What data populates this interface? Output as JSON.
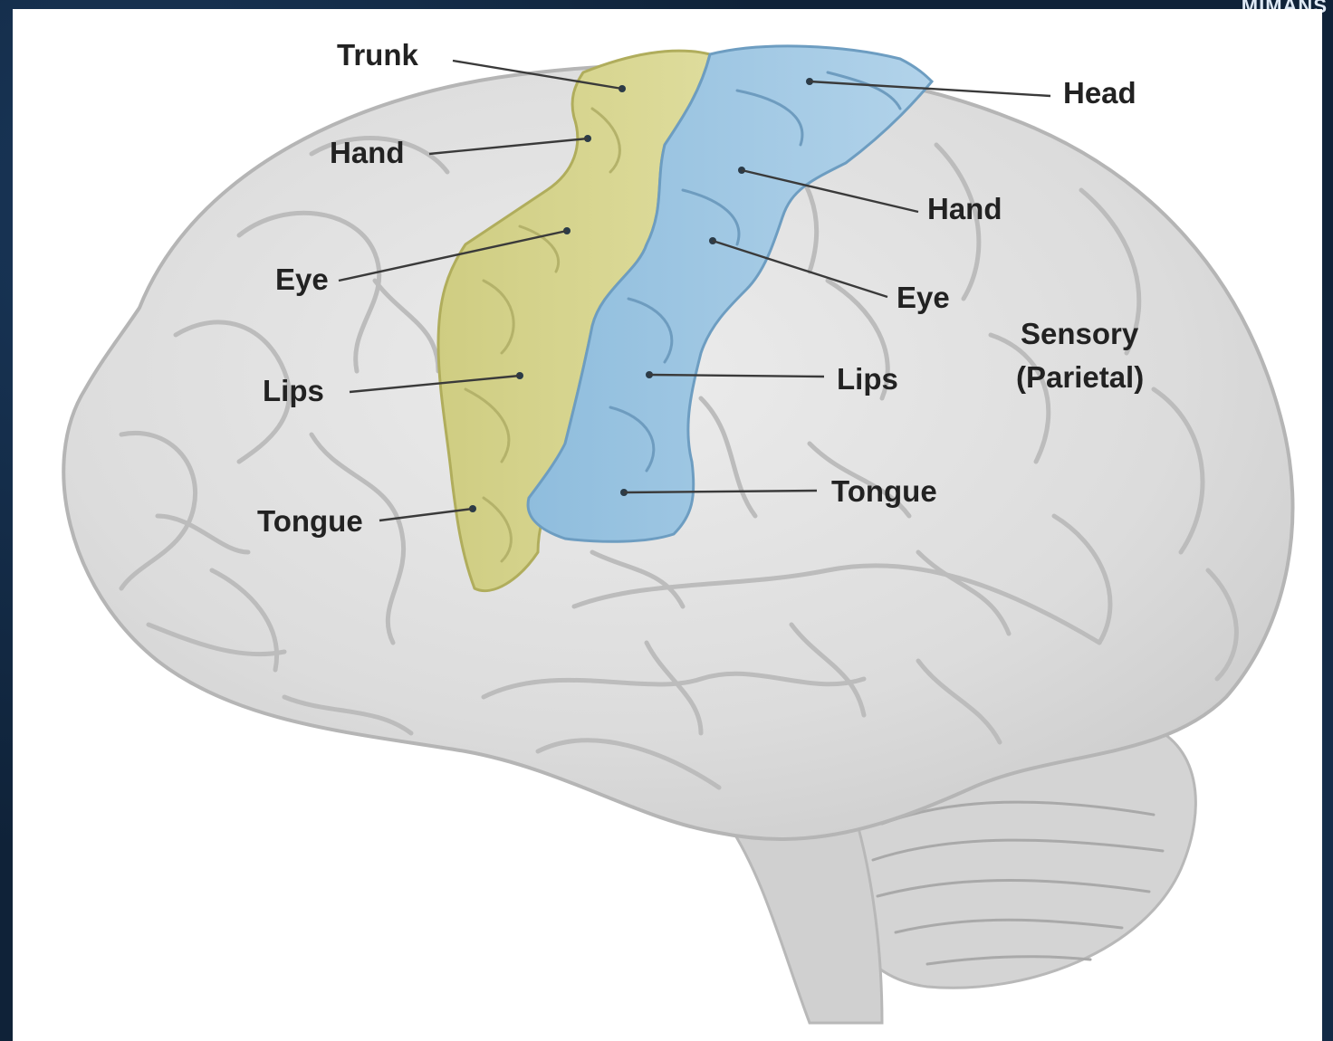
{
  "corner_text": "MIMANS",
  "colors": {
    "frame": "#0f2238",
    "brain": "#dedede",
    "motor_strip": "#d6d48f",
    "sensory_strip": "#9ec6e2",
    "label_text": "#222222"
  },
  "labels": {
    "motor": {
      "trunk": "Trunk",
      "hand": "Hand",
      "eye": "Eye",
      "lips": "Lips",
      "tongue": "Tongue"
    },
    "sensory": {
      "head": "Head",
      "hand": "Hand",
      "eye": "Eye",
      "lips": "Lips",
      "tongue": "Tongue"
    },
    "region": {
      "line1": "Sensory",
      "line2": "(Parietal)"
    }
  }
}
